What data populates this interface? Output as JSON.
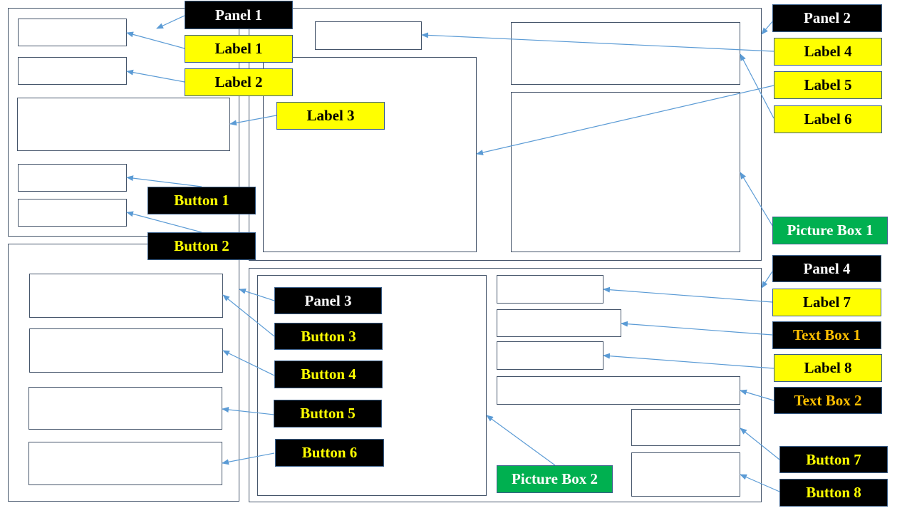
{
  "colors": {
    "panel_tag_bg": "#000000",
    "panel_tag_text": "#ffffff",
    "button_tag_text": "#ffff00",
    "textbox_tag_text": "#ffc000",
    "label_tag_bg": "#ffff00",
    "label_tag_text": "#000000",
    "picturebox_tag_bg": "#00b050",
    "picturebox_tag_text": "#ffffff",
    "arrow": "#5b9bd5",
    "outline": "#44546a"
  },
  "tags": {
    "panel_1": "Panel 1",
    "panel_2": "Panel 2",
    "panel_3": "Panel 3",
    "panel_4": "Panel 4",
    "label_1": "Label 1",
    "label_2": "Label 2",
    "label_3": "Label 3",
    "label_4": "Label 4",
    "label_5": "Label 5",
    "label_6": "Label 6",
    "label_7": "Label 7",
    "label_8": "Label 8",
    "button_1": "Button 1",
    "button_2": "Button 2",
    "button_3": "Button 3",
    "button_4": "Button 4",
    "button_5": "Button 5",
    "button_6": "Button 6",
    "button_7": "Button 7",
    "button_8": "Button 8",
    "text_box_1": "Text Box 1",
    "text_box_2": "Text Box 2",
    "picture_box_1": "Picture Box 1",
    "picture_box_2": "Picture Box 2"
  }
}
